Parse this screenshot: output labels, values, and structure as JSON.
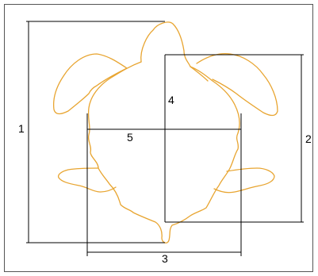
{
  "colors": {
    "turtle_outline": "#E8A531",
    "lines": "#000000",
    "border": "#555555",
    "background": "#FFFFFF"
  },
  "labels": {
    "m1": "1",
    "m2": "2",
    "m3": "3",
    "m4": "4",
    "m5": "5"
  }
}
